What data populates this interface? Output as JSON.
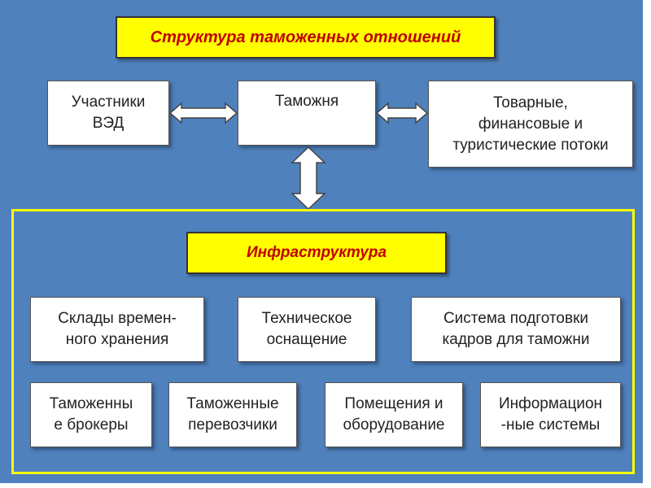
{
  "title": "Структура таможенных отношений",
  "top_row": {
    "left": "Участники\nВЭД",
    "center": "Таможня",
    "right": "Товарные,\nфинансовые и\nтуристические потоки"
  },
  "infrastructure": {
    "title": "Инфраструктура",
    "row1": [
      "Склады времен-\nного хранения",
      "Техническое\nоснащение",
      "Система подготовки\nкадров для таможни"
    ],
    "row2": [
      "Таможенны\nе брокеры",
      "Таможенные\nперевозчики",
      "Помещения и\nоборудование",
      "Информацион\n-ные системы"
    ]
  },
  "colors": {
    "background": "#4f81bd",
    "title_fill": "#ffff00",
    "title_text": "#c00000",
    "frame": "#ffff00"
  }
}
